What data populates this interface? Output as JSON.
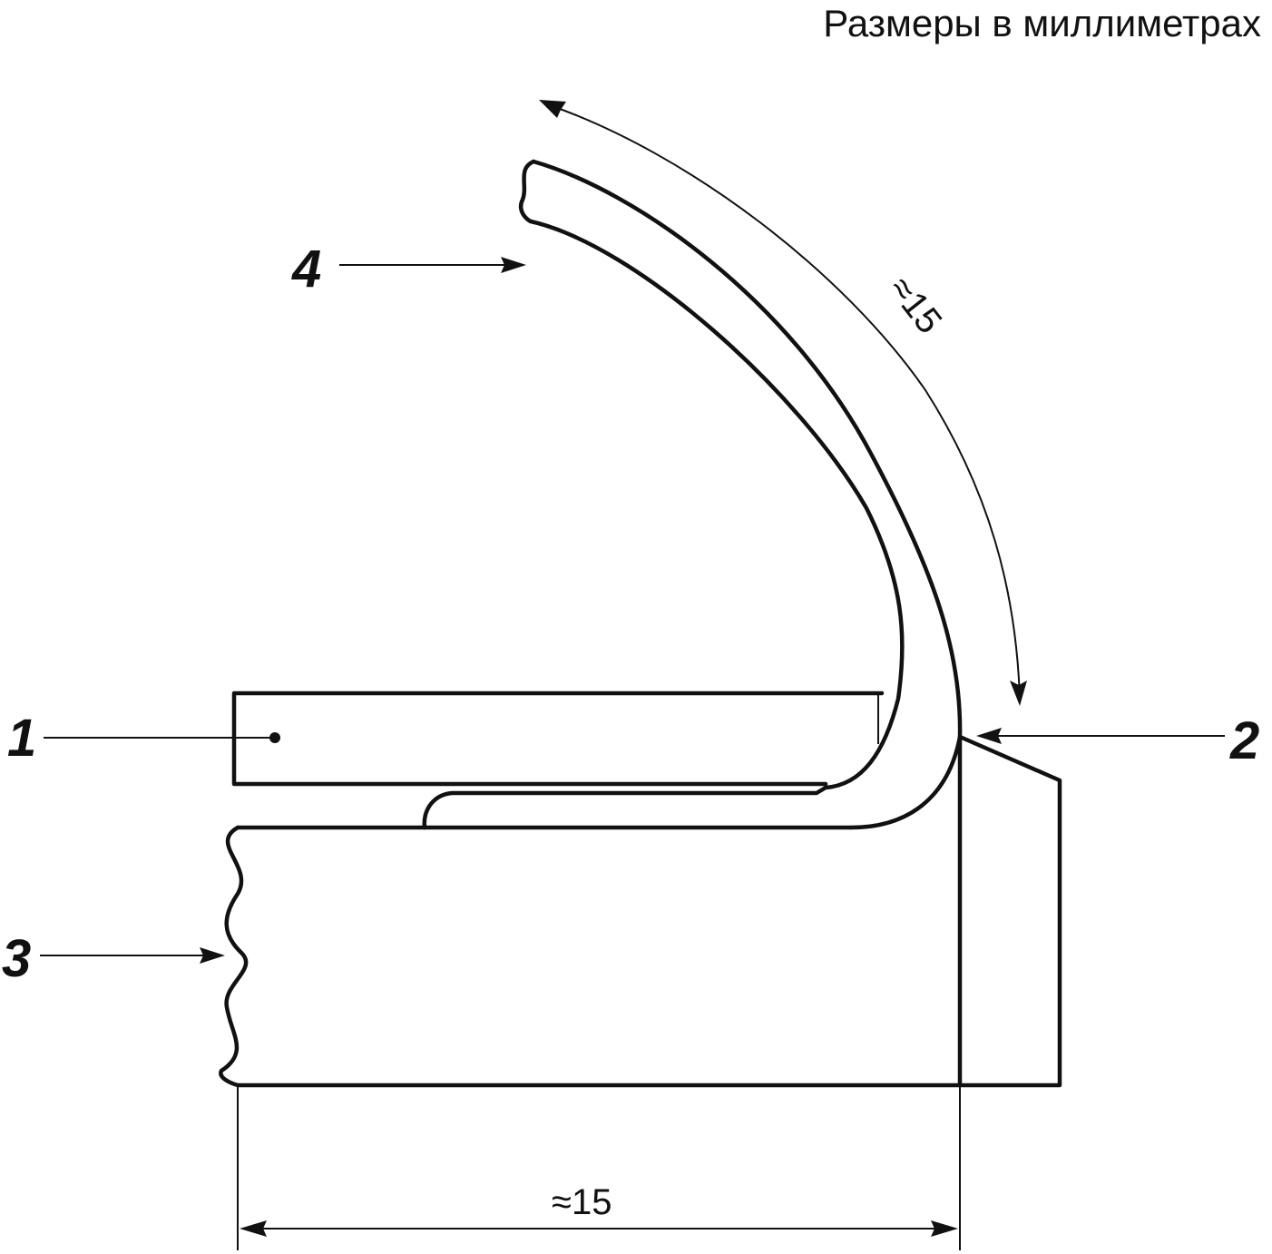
{
  "header": {
    "units_note": "Размеры в миллиметрах"
  },
  "callouts": {
    "c1": "1",
    "c2": "2",
    "c3": "3",
    "c4": "4"
  },
  "dimensions": {
    "arc_length": "≈15",
    "base_length": "≈15"
  }
}
